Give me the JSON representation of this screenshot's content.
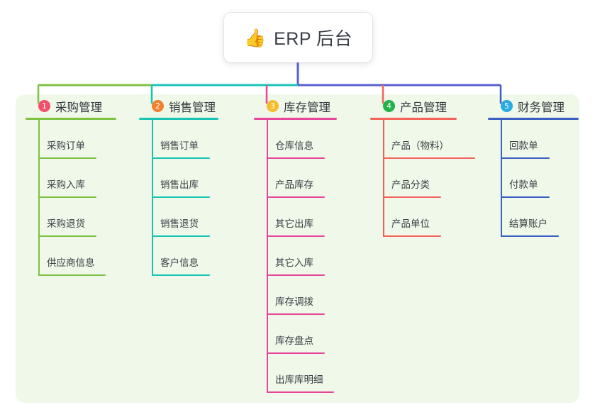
{
  "diagram": {
    "type": "mind-map",
    "background": "#ffffff",
    "panel_color": "#eff8e9",
    "root": {
      "icon": "thumbs-up-icon",
      "emoji": "👍",
      "title": "ERP 后台"
    },
    "trunk_color": "#5a5fd0",
    "branches": [
      {
        "index": "1",
        "title": "采购管理",
        "badge_color": "#f2506a",
        "line_color": "#7ec242",
        "items": [
          "采购订单",
          "采购入库",
          "采购退货",
          "供应商信息"
        ]
      },
      {
        "index": "2",
        "title": "销售管理",
        "badge_color": "#f18030",
        "line_color": "#19c4b4",
        "items": [
          "销售订单",
          "销售出库",
          "销售退货",
          "客户信息"
        ]
      },
      {
        "index": "3",
        "title": "库存管理",
        "badge_color": "#f7bc2c",
        "line_color": "#e8459b",
        "items": [
          "仓库信息",
          "产品库存",
          "其它出库",
          "其它入库",
          "库存调拨",
          "库存盘点",
          "出库库明细"
        ]
      },
      {
        "index": "4",
        "title": "产品管理",
        "badge_color": "#22b24c",
        "line_color": "#f3635c",
        "items": [
          "产品（物料）",
          "产品分类",
          "产品单位"
        ]
      },
      {
        "index": "5",
        "title": "财务管理",
        "badge_color": "#29abe2",
        "line_color": "#3b5ec4",
        "items": [
          "回款单",
          "付款单",
          "结算账户"
        ]
      }
    ]
  }
}
